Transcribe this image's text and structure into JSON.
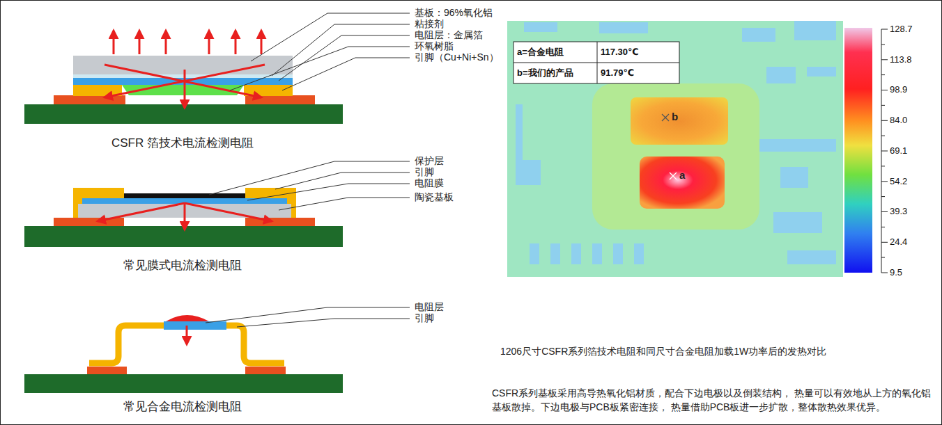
{
  "diagram": {
    "labels": [
      "基板：96%氧化铝",
      "粘接剂",
      "电阻层：金属箔",
      "环氧树脂",
      "引脚（Cu+Ni+Sn）",
      "CSFR 箔技术电流检测电阻",
      "保护层",
      "引脚",
      "电阻膜",
      "陶瓷基板",
      "常见膜式电流检测电阻",
      "电阻层",
      "引脚",
      "常见合金电流检测电阻",
      "a=合金电阻",
      "117.30℃",
      "b=我们的产品",
      "91.79℃",
      "b",
      "a",
      "128.7",
      "113.8",
      "98.9",
      "84.0",
      "69.1",
      "54.2",
      "39.3",
      "24.4",
      "9.5",
      "1206尺寸CSFR系列箔技术电阻和同尺寸合金电阻加载1W功率后的发热对比",
      "CSFR系列基板采用高导热氧化铝材质，配合下边电极以及倒装结构， 热量可以有效地从上方的氧化铝基板散掉。下边电极与PCB板紧密连接， 热量借助PCB板进一步扩散，整体散热效果优异。"
    ]
  }
}
